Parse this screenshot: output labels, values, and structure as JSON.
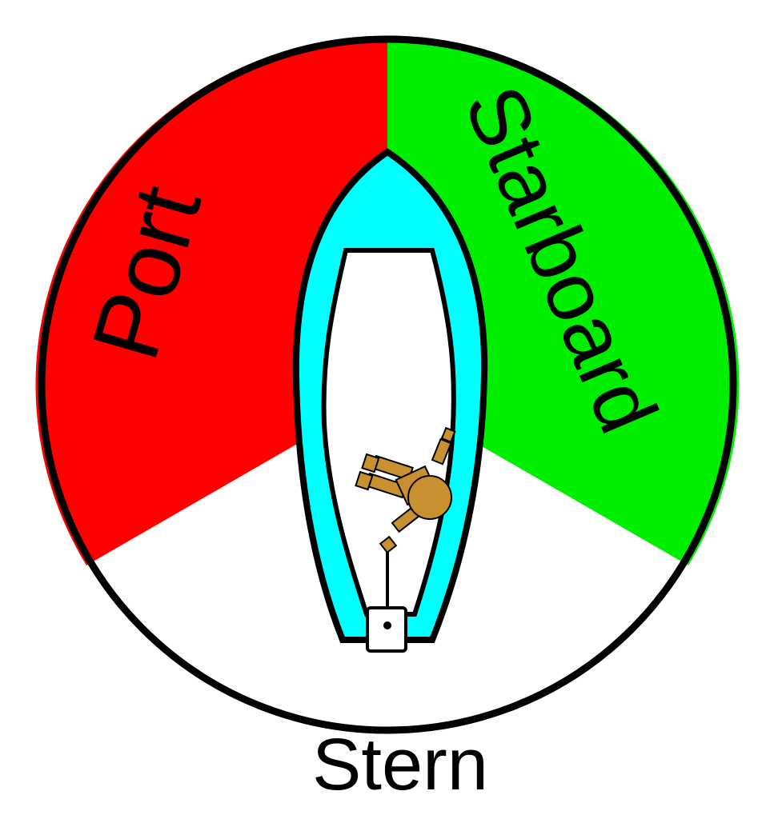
{
  "labels": {
    "port": "Port",
    "starboard": "Starboard",
    "stern": "Stern"
  },
  "colors": {
    "port_sector": "#ff0000",
    "starboard_sector": "#00ee00",
    "stern_sector": "#ffffff",
    "hull": "#00ffff",
    "deck": "#ffffff",
    "sailor": "#c8902e",
    "outline": "#000000"
  },
  "icons": {
    "sailor": "sailor-figure-icon",
    "tiller": "tiller-icon",
    "outboard": "outboard-motor-icon"
  }
}
